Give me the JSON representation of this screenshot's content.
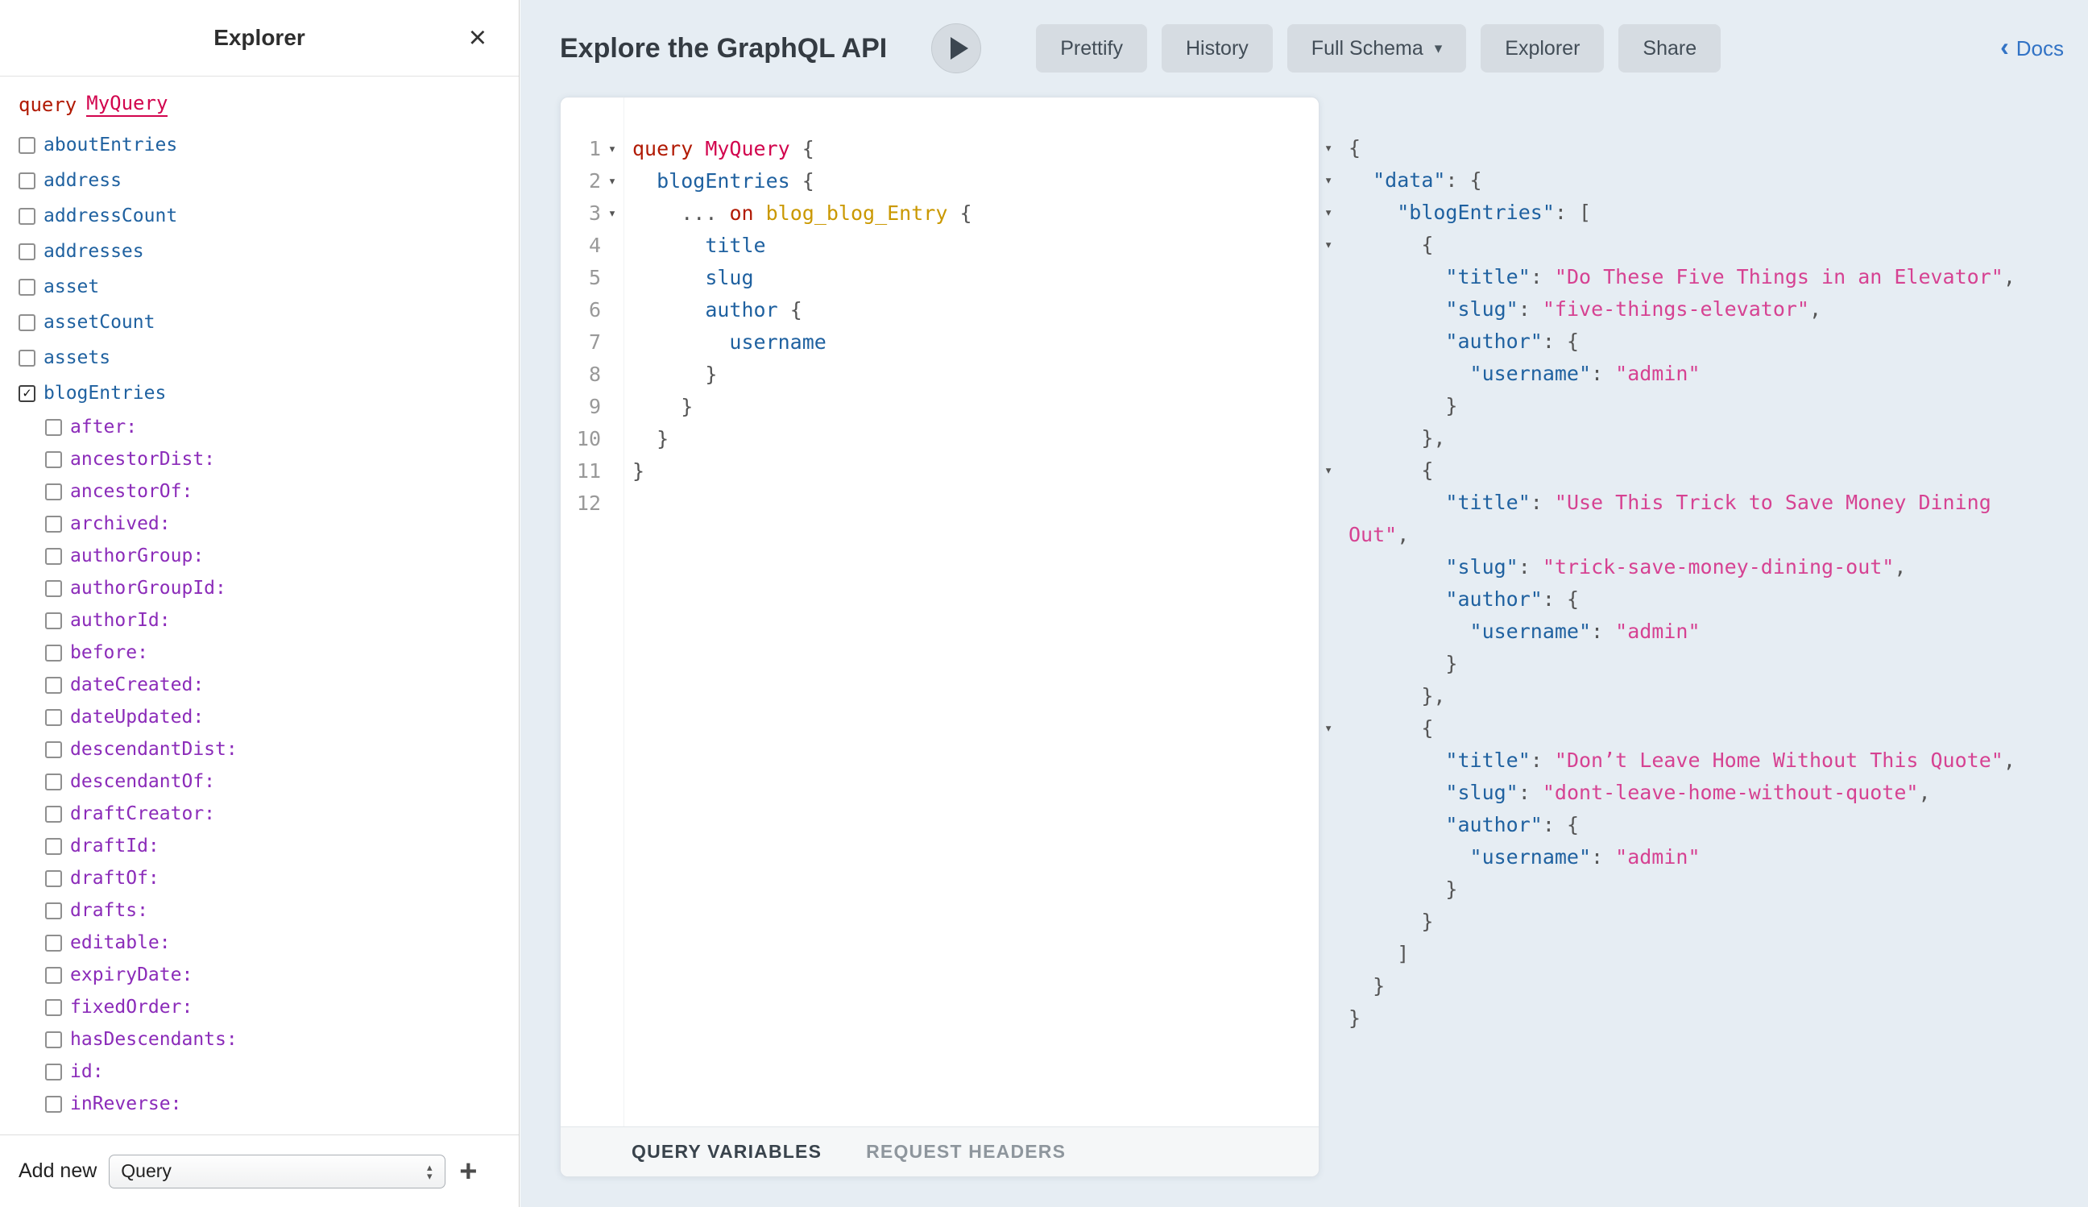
{
  "explorer": {
    "title": "Explorer",
    "close_icon": "×",
    "query": {
      "keyword": "query",
      "name": "MyQuery"
    },
    "fields": [
      {
        "label": "aboutEntries",
        "checked": false,
        "level": 0,
        "kind": "field"
      },
      {
        "label": "address",
        "checked": false,
        "level": 0,
        "kind": "field"
      },
      {
        "label": "addressCount",
        "checked": false,
        "level": 0,
        "kind": "field"
      },
      {
        "label": "addresses",
        "checked": false,
        "level": 0,
        "kind": "field"
      },
      {
        "label": "asset",
        "checked": false,
        "level": 0,
        "kind": "field"
      },
      {
        "label": "assetCount",
        "checked": false,
        "level": 0,
        "kind": "field"
      },
      {
        "label": "assets",
        "checked": false,
        "level": 0,
        "kind": "field"
      },
      {
        "label": "blogEntries",
        "checked": true,
        "level": 0,
        "kind": "field"
      },
      {
        "label": "after:",
        "checked": false,
        "level": 1,
        "kind": "arg"
      },
      {
        "label": "ancestorDist:",
        "checked": false,
        "level": 1,
        "kind": "arg"
      },
      {
        "label": "ancestorOf:",
        "checked": false,
        "level": 1,
        "kind": "arg"
      },
      {
        "label": "archived:",
        "checked": false,
        "level": 1,
        "kind": "arg"
      },
      {
        "label": "authorGroup:",
        "checked": false,
        "level": 1,
        "kind": "arg"
      },
      {
        "label": "authorGroupId:",
        "checked": false,
        "level": 1,
        "kind": "arg"
      },
      {
        "label": "authorId:",
        "checked": false,
        "level": 1,
        "kind": "arg"
      },
      {
        "label": "before:",
        "checked": false,
        "level": 1,
        "kind": "arg"
      },
      {
        "label": "dateCreated:",
        "checked": false,
        "level": 1,
        "kind": "arg"
      },
      {
        "label": "dateUpdated:",
        "checked": false,
        "level": 1,
        "kind": "arg"
      },
      {
        "label": "descendantDist:",
        "checked": false,
        "level": 1,
        "kind": "arg"
      },
      {
        "label": "descendantOf:",
        "checked": false,
        "level": 1,
        "kind": "arg"
      },
      {
        "label": "draftCreator:",
        "checked": false,
        "level": 1,
        "kind": "arg"
      },
      {
        "label": "draftId:",
        "checked": false,
        "level": 1,
        "kind": "arg"
      },
      {
        "label": "draftOf:",
        "checked": false,
        "level": 1,
        "kind": "arg"
      },
      {
        "label": "drafts:",
        "checked": false,
        "level": 1,
        "kind": "arg"
      },
      {
        "label": "editable:",
        "checked": false,
        "level": 1,
        "kind": "arg"
      },
      {
        "label": "expiryDate:",
        "checked": false,
        "level": 1,
        "kind": "arg"
      },
      {
        "label": "fixedOrder:",
        "checked": false,
        "level": 1,
        "kind": "arg"
      },
      {
        "label": "hasDescendants:",
        "checked": false,
        "level": 1,
        "kind": "arg"
      },
      {
        "label": "id:",
        "checked": false,
        "level": 1,
        "kind": "arg"
      },
      {
        "label": "inReverse:",
        "checked": false,
        "level": 1,
        "kind": "arg"
      }
    ],
    "add_new": {
      "label": "Add new",
      "selected_option": "Query",
      "add_icon": "+"
    }
  },
  "toolbar": {
    "title": "Explore the GraphQL API",
    "buttons": [
      {
        "label": "Prettify"
      },
      {
        "label": "History"
      },
      {
        "label": "Full Schema",
        "dropdown": true
      },
      {
        "label": "Explorer"
      },
      {
        "label": "Share"
      }
    ],
    "docs_link": {
      "chevron": "‹",
      "label": "Docs"
    }
  },
  "editor": {
    "lines": [
      {
        "n": "1",
        "fold": true,
        "tokens": [
          [
            "kw",
            "query"
          ],
          [
            "ws",
            " "
          ],
          [
            "def",
            "MyQuery"
          ],
          [
            "ws",
            " "
          ],
          [
            "punc",
            "{"
          ]
        ]
      },
      {
        "n": "2",
        "fold": true,
        "tokens": [
          [
            "ws",
            "  "
          ],
          [
            "prop",
            "blogEntries"
          ],
          [
            "ws",
            " "
          ],
          [
            "punc",
            "{"
          ]
        ]
      },
      {
        "n": "3",
        "fold": true,
        "tokens": [
          [
            "ws",
            "    "
          ],
          [
            "punc",
            "..."
          ],
          [
            "ws",
            " "
          ],
          [
            "kw",
            "on"
          ],
          [
            "ws",
            " "
          ],
          [
            "type",
            "blog_blog_Entry"
          ],
          [
            "ws",
            " "
          ],
          [
            "punc",
            "{"
          ]
        ]
      },
      {
        "n": "4",
        "tokens": [
          [
            "ws",
            "      "
          ],
          [
            "prop",
            "title"
          ]
        ]
      },
      {
        "n": "5",
        "tokens": [
          [
            "ws",
            "      "
          ],
          [
            "prop",
            "slug"
          ]
        ]
      },
      {
        "n": "6",
        "tokens": [
          [
            "ws",
            "      "
          ],
          [
            "prop",
            "author"
          ],
          [
            "ws",
            " "
          ],
          [
            "punc",
            "{"
          ]
        ]
      },
      {
        "n": "7",
        "tokens": [
          [
            "ws",
            "        "
          ],
          [
            "prop",
            "username"
          ]
        ]
      },
      {
        "n": "8",
        "tokens": [
          [
            "ws",
            "      "
          ],
          [
            "punc",
            "}"
          ]
        ]
      },
      {
        "n": "9",
        "tokens": [
          [
            "ws",
            "    "
          ],
          [
            "punc",
            "}"
          ]
        ]
      },
      {
        "n": "10",
        "tokens": [
          [
            "ws",
            "  "
          ],
          [
            "punc",
            "}"
          ]
        ]
      },
      {
        "n": "11",
        "tokens": [
          [
            "punc",
            "}"
          ]
        ]
      },
      {
        "n": "12",
        "tokens": []
      }
    ],
    "tabs": [
      {
        "label": "QUERY VARIABLES",
        "active": true
      },
      {
        "label": "REQUEST HEADERS",
        "active": false
      }
    ]
  },
  "result": {
    "lines": [
      {
        "fold": true,
        "tokens": [
          [
            "punc",
            "{"
          ]
        ]
      },
      {
        "fold": true,
        "tokens": [
          [
            "ws",
            "  "
          ],
          [
            "key",
            "\"data\""
          ],
          [
            "punc",
            ":"
          ],
          [
            "ws",
            " "
          ],
          [
            "punc",
            "{"
          ]
        ]
      },
      {
        "fold": true,
        "tokens": [
          [
            "ws",
            "    "
          ],
          [
            "key",
            "\"blogEntries\""
          ],
          [
            "punc",
            ":"
          ],
          [
            "ws",
            " "
          ],
          [
            "punc",
            "["
          ]
        ]
      },
      {
        "fold": true,
        "tokens": [
          [
            "ws",
            "      "
          ],
          [
            "punc",
            "{"
          ]
        ]
      },
      {
        "tokens": [
          [
            "ws",
            "        "
          ],
          [
            "key",
            "\"title\""
          ],
          [
            "punc",
            ":"
          ],
          [
            "ws",
            " "
          ],
          [
            "str",
            "\"Do These Five Things in an Elevator\""
          ],
          [
            "punc",
            ","
          ]
        ]
      },
      {
        "tokens": [
          [
            "ws",
            "        "
          ],
          [
            "key",
            "\"slug\""
          ],
          [
            "punc",
            ":"
          ],
          [
            "ws",
            " "
          ],
          [
            "str",
            "\"five-things-elevator\""
          ],
          [
            "punc",
            ","
          ]
        ]
      },
      {
        "tokens": [
          [
            "ws",
            "        "
          ],
          [
            "key",
            "\"author\""
          ],
          [
            "punc",
            ":"
          ],
          [
            "ws",
            " "
          ],
          [
            "punc",
            "{"
          ]
        ]
      },
      {
        "tokens": [
          [
            "ws",
            "          "
          ],
          [
            "key",
            "\"username\""
          ],
          [
            "punc",
            ":"
          ],
          [
            "ws",
            " "
          ],
          [
            "str",
            "\"admin\""
          ]
        ]
      },
      {
        "tokens": [
          [
            "ws",
            "        "
          ],
          [
            "punc",
            "}"
          ]
        ]
      },
      {
        "tokens": [
          [
            "ws",
            "      "
          ],
          [
            "punc",
            "},"
          ]
        ]
      },
      {
        "fold": true,
        "tokens": [
          [
            "ws",
            "      "
          ],
          [
            "punc",
            "{"
          ]
        ]
      },
      {
        "tokens": [
          [
            "ws",
            "        "
          ],
          [
            "key",
            "\"title\""
          ],
          [
            "punc",
            ":"
          ],
          [
            "ws",
            " "
          ],
          [
            "str",
            "\"Use This Trick to Save Money Dining"
          ]
        ]
      },
      {
        "tokens": [
          [
            "str",
            "Out\""
          ],
          [
            "punc",
            ","
          ]
        ]
      },
      {
        "tokens": [
          [
            "ws",
            "        "
          ],
          [
            "key",
            "\"slug\""
          ],
          [
            "punc",
            ":"
          ],
          [
            "ws",
            " "
          ],
          [
            "str",
            "\"trick-save-money-dining-out\""
          ],
          [
            "punc",
            ","
          ]
        ]
      },
      {
        "tokens": [
          [
            "ws",
            "        "
          ],
          [
            "key",
            "\"author\""
          ],
          [
            "punc",
            ":"
          ],
          [
            "ws",
            " "
          ],
          [
            "punc",
            "{"
          ]
        ]
      },
      {
        "tokens": [
          [
            "ws",
            "          "
          ],
          [
            "key",
            "\"username\""
          ],
          [
            "punc",
            ":"
          ],
          [
            "ws",
            " "
          ],
          [
            "str",
            "\"admin\""
          ]
        ]
      },
      {
        "tokens": [
          [
            "ws",
            "        "
          ],
          [
            "punc",
            "}"
          ]
        ]
      },
      {
        "tokens": [
          [
            "ws",
            "      "
          ],
          [
            "punc",
            "},"
          ]
        ]
      },
      {
        "fold": true,
        "tokens": [
          [
            "ws",
            "      "
          ],
          [
            "punc",
            "{"
          ]
        ]
      },
      {
        "tokens": [
          [
            "ws",
            "        "
          ],
          [
            "key",
            "\"title\""
          ],
          [
            "punc",
            ":"
          ],
          [
            "ws",
            " "
          ],
          [
            "str",
            "\"Don’t Leave Home Without This Quote\""
          ],
          [
            "punc",
            ","
          ]
        ]
      },
      {
        "tokens": [
          [
            "ws",
            "        "
          ],
          [
            "key",
            "\"slug\""
          ],
          [
            "punc",
            ":"
          ],
          [
            "ws",
            " "
          ],
          [
            "str",
            "\"dont-leave-home-without-quote\""
          ],
          [
            "punc",
            ","
          ]
        ]
      },
      {
        "tokens": [
          [
            "ws",
            "        "
          ],
          [
            "key",
            "\"author\""
          ],
          [
            "punc",
            ":"
          ],
          [
            "ws",
            " "
          ],
          [
            "punc",
            "{"
          ]
        ]
      },
      {
        "tokens": [
          [
            "ws",
            "          "
          ],
          [
            "key",
            "\"username\""
          ],
          [
            "punc",
            ":"
          ],
          [
            "ws",
            " "
          ],
          [
            "str",
            "\"admin\""
          ]
        ]
      },
      {
        "tokens": [
          [
            "ws",
            "        "
          ],
          [
            "punc",
            "}"
          ]
        ]
      },
      {
        "tokens": [
          [
            "ws",
            "      "
          ],
          [
            "punc",
            "}"
          ]
        ]
      },
      {
        "tokens": [
          [
            "ws",
            "    "
          ],
          [
            "punc",
            "]"
          ]
        ]
      },
      {
        "tokens": [
          [
            "ws",
            "  "
          ],
          [
            "punc",
            "}"
          ]
        ]
      },
      {
        "tokens": [
          [
            "punc",
            "}"
          ]
        ]
      }
    ]
  },
  "icons": {
    "fold_arrow": "▾",
    "select_up": "▴",
    "select_down": "▾"
  },
  "colors": {
    "keyword": "#B11A04",
    "definition": "#D2054E",
    "property": "#1F61A0",
    "attribute": "#8B2BB9",
    "type": "#CA9800",
    "string": "#D64292",
    "punctuation": "#555555",
    "main_background": "#E6EDF3",
    "docs_link": "#3273C5"
  }
}
